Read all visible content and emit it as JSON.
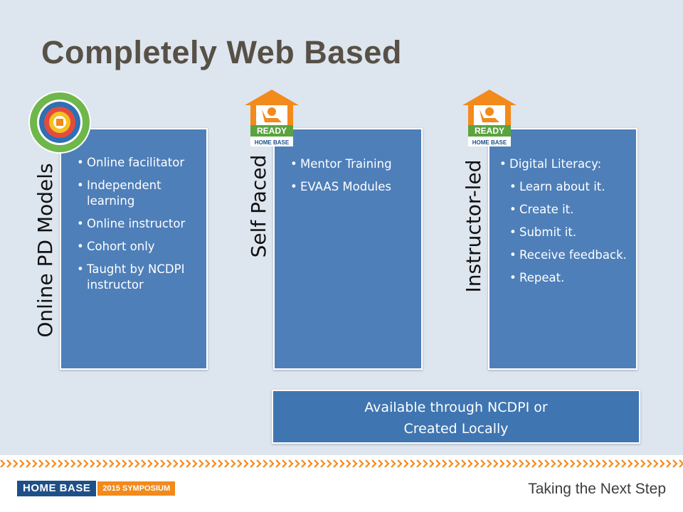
{
  "title": "Completely Web Based",
  "columns": [
    {
      "label": "Online PD Models",
      "badge": "circle-seal",
      "items": [
        "Online facilitator",
        "Independent learning",
        "Online instructor",
        "Cohort only",
        "Taught by NCDPI instructor"
      ]
    },
    {
      "label": "Self Paced",
      "badge": "ready-home-base",
      "items": [
        "Mentor Training",
        "EVAAS Modules"
      ]
    },
    {
      "label": "Instructor-led",
      "badge": "ready-home-base",
      "item_main": "Digital Literacy:",
      "subitems": [
        "Learn about it.",
        "Create it.",
        "Submit it.",
        "Receive feedback.",
        "Repeat."
      ]
    }
  ],
  "banner": {
    "line1": "Available through NCDPI or",
    "line2": "Created Locally"
  },
  "badge_text": {
    "ready": "READY",
    "home_base": "HOME BASE"
  },
  "footer": {
    "logo_main": "HOME BASE",
    "logo_sub": "2015 SYMPOSIUM",
    "tagline": "Taking the Next Step"
  },
  "colors": {
    "background": "#dde5ef",
    "panel": "#4e7fb9",
    "banner": "#3f75b1",
    "accent_orange": "#f28a1c",
    "badge_green": "#6fb64b"
  }
}
